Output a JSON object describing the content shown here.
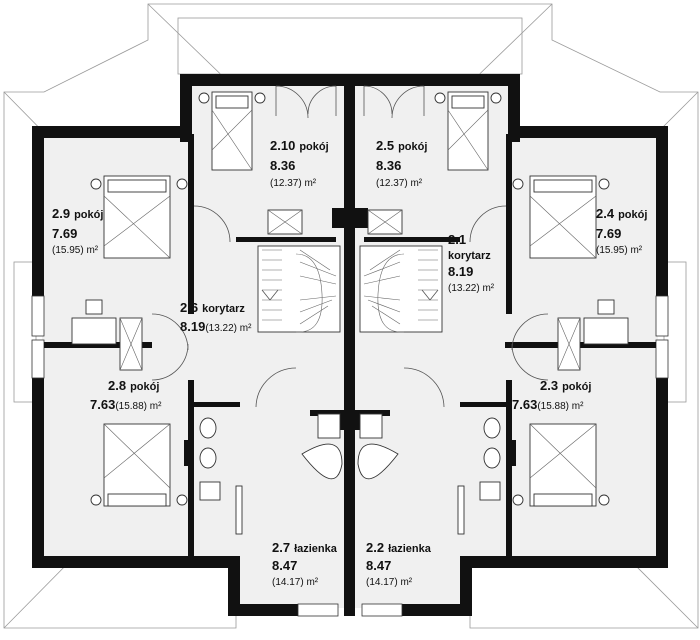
{
  "floor_plan": {
    "rooms": {
      "r2_10": {
        "number": "2.10",
        "name": "pokój",
        "area": "8.36",
        "gross": "(12.37) m²"
      },
      "r2_5": {
        "number": "2.5",
        "name": "pokój",
        "area": "8.36",
        "gross": "(12.37) m²"
      },
      "r2_9": {
        "number": "2.9",
        "name": "pokój",
        "area": "7.69",
        "gross": "(15.95) m²"
      },
      "r2_4": {
        "number": "2.4",
        "name": "pokój",
        "area": "7.69",
        "gross": "(15.95) m²"
      },
      "r2_1": {
        "number": "2.1",
        "name": "korytarz",
        "area": "8.19",
        "gross": "(13.22) m²"
      },
      "r2_6": {
        "number": "2.6",
        "name": "korytarz",
        "area": "8.19",
        "gross": "(13.22) m²"
      },
      "r2_8": {
        "number": "2.8",
        "name": "pokój",
        "area": "7.63",
        "gross": "(15.88) m²"
      },
      "r2_3": {
        "number": "2.3",
        "name": "pokój",
        "area": "7.63",
        "gross": "(15.88) m²"
      },
      "r2_7": {
        "number": "2.7",
        "name": "łazienka",
        "area": "8.47",
        "gross": "(14.17) m²"
      },
      "r2_2": {
        "number": "2.2",
        "name": "łazienka",
        "area": "8.47",
        "gross": "(14.17) m²"
      }
    },
    "colors": {
      "wall": "#111111",
      "floor": "#f0f0f0",
      "roof_line": "#9a9a9a",
      "background": "#ffffff"
    }
  }
}
